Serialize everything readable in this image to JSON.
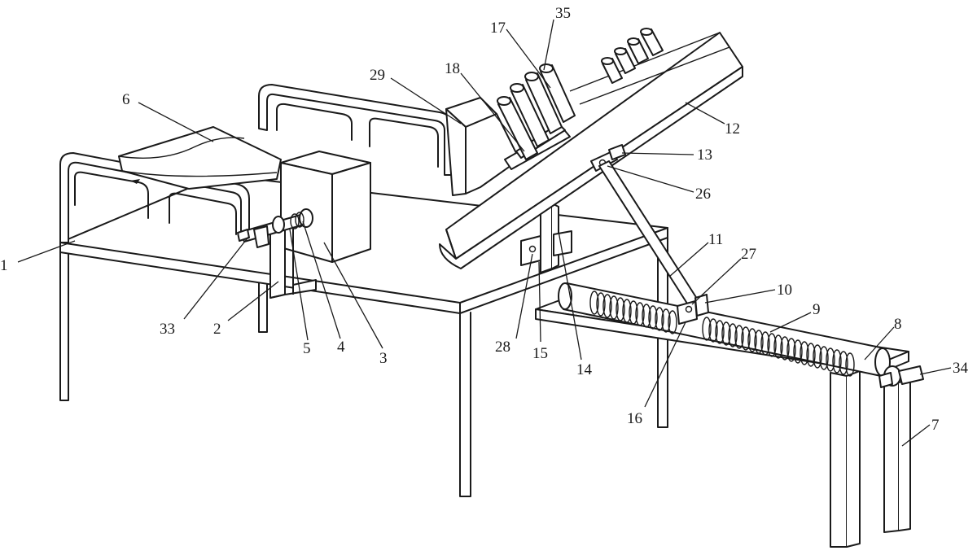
{
  "labels": [
    {
      "id": "1",
      "text": "1"
    },
    {
      "id": "2",
      "text": "2"
    },
    {
      "id": "3",
      "text": "3"
    },
    {
      "id": "4",
      "text": "4"
    },
    {
      "id": "5",
      "text": "5"
    },
    {
      "id": "6",
      "text": "6"
    },
    {
      "id": "7",
      "text": "7"
    },
    {
      "id": "8",
      "text": "8"
    },
    {
      "id": "9",
      "text": "9"
    },
    {
      "id": "10",
      "text": "10"
    },
    {
      "id": "11",
      "text": "11"
    },
    {
      "id": "12",
      "text": "12"
    },
    {
      "id": "13",
      "text": "13"
    },
    {
      "id": "14",
      "text": "14"
    },
    {
      "id": "15",
      "text": "15"
    },
    {
      "id": "16",
      "text": "16"
    },
    {
      "id": "17",
      "text": "17"
    },
    {
      "id": "18",
      "text": "18"
    },
    {
      "id": "26",
      "text": "26"
    },
    {
      "id": "27",
      "text": "27"
    },
    {
      "id": "28",
      "text": "28"
    },
    {
      "id": "29",
      "text": "29"
    },
    {
      "id": "33",
      "text": "33"
    },
    {
      "id": "34",
      "text": "34"
    },
    {
      "id": "35",
      "text": "35"
    }
  ]
}
